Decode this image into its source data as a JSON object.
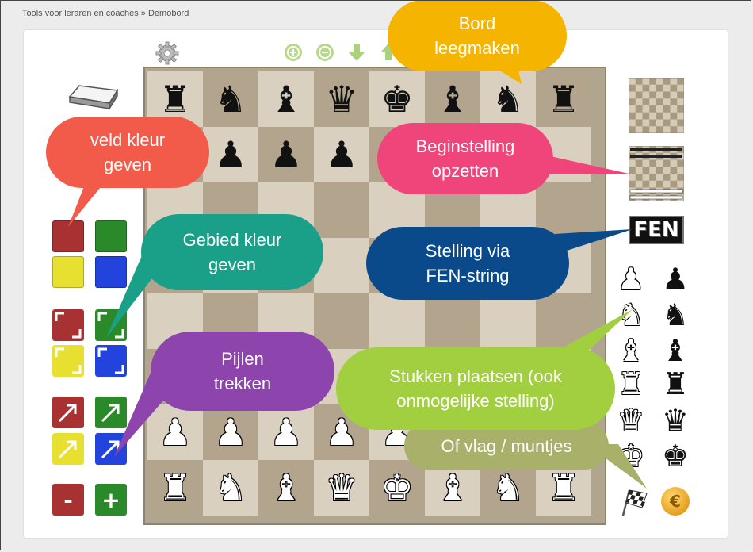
{
  "breadcrumb": "Tools voor leraren en coaches » Demobord",
  "toolbar": {
    "icons": [
      "gear-icon",
      "zoom-in-icon",
      "zoom-out-icon",
      "arrow-down-icon",
      "arrow-up-icon"
    ]
  },
  "board": {
    "rows": [
      [
        "♜",
        "♞",
        "♝",
        "♛",
        "♚",
        "♝",
        "♞",
        "♜"
      ],
      [
        "",
        "♟",
        "♟",
        "♟",
        "",
        "",
        "♟",
        ""
      ],
      [
        "",
        "",
        "",
        "",
        "",
        "",
        "",
        ""
      ],
      [
        "",
        "",
        "",
        "",
        "",
        "",
        "",
        ""
      ],
      [
        "",
        "",
        "",
        "",
        "",
        "",
        "",
        ""
      ],
      [
        "",
        "",
        "",
        "",
        "",
        "",
        "",
        ""
      ],
      [
        "♟",
        "♟",
        "♟",
        "♟",
        "♟",
        "",
        "",
        ""
      ],
      [
        "♜",
        "♞",
        "♝",
        "♛",
        "♚",
        "♝",
        "♞",
        "♜"
      ]
    ],
    "row_colors": [
      "black",
      "black",
      "",
      "",
      "",
      "",
      "white",
      "white"
    ]
  },
  "left_palette": {
    "colors": [
      "#a83232",
      "#2a8a2a",
      "#e8e030",
      "#2244dd"
    ],
    "minus_label": "-",
    "plus_label": "+"
  },
  "right_palette": {
    "fen_label": "FEN",
    "coin_label": "€",
    "pieces_white": [
      "♟",
      "♞",
      "♝",
      "♜",
      "♛",
      "♚"
    ],
    "pieces_black": [
      "♟",
      "♞",
      "♝",
      "♜",
      "♛",
      "♚"
    ]
  },
  "callouts": {
    "bord_leegmaken": "Bord\nleegmaken",
    "veld_kleur": "veld kleur\ngeven",
    "beginstelling": "Beginstelling\nopzetten",
    "gebied_kleur": "Gebied kleur\ngeven",
    "stelling_fen": "Stelling via\nFEN-string",
    "pijlen": "Pijlen\ntrekken",
    "stukken": "Stukken plaatsen (ook\nonmogelijke stelling)",
    "vlag": "Of vlag / muntjes"
  },
  "colors": {
    "orange": "#f5b400",
    "red": "#f25a4a",
    "pink": "#f0457a",
    "teal": "#1aa089",
    "navy": "#0a4a8a",
    "purple": "#8e44ad",
    "lime": "#a2cf3f",
    "olive": "#a8b06a"
  }
}
